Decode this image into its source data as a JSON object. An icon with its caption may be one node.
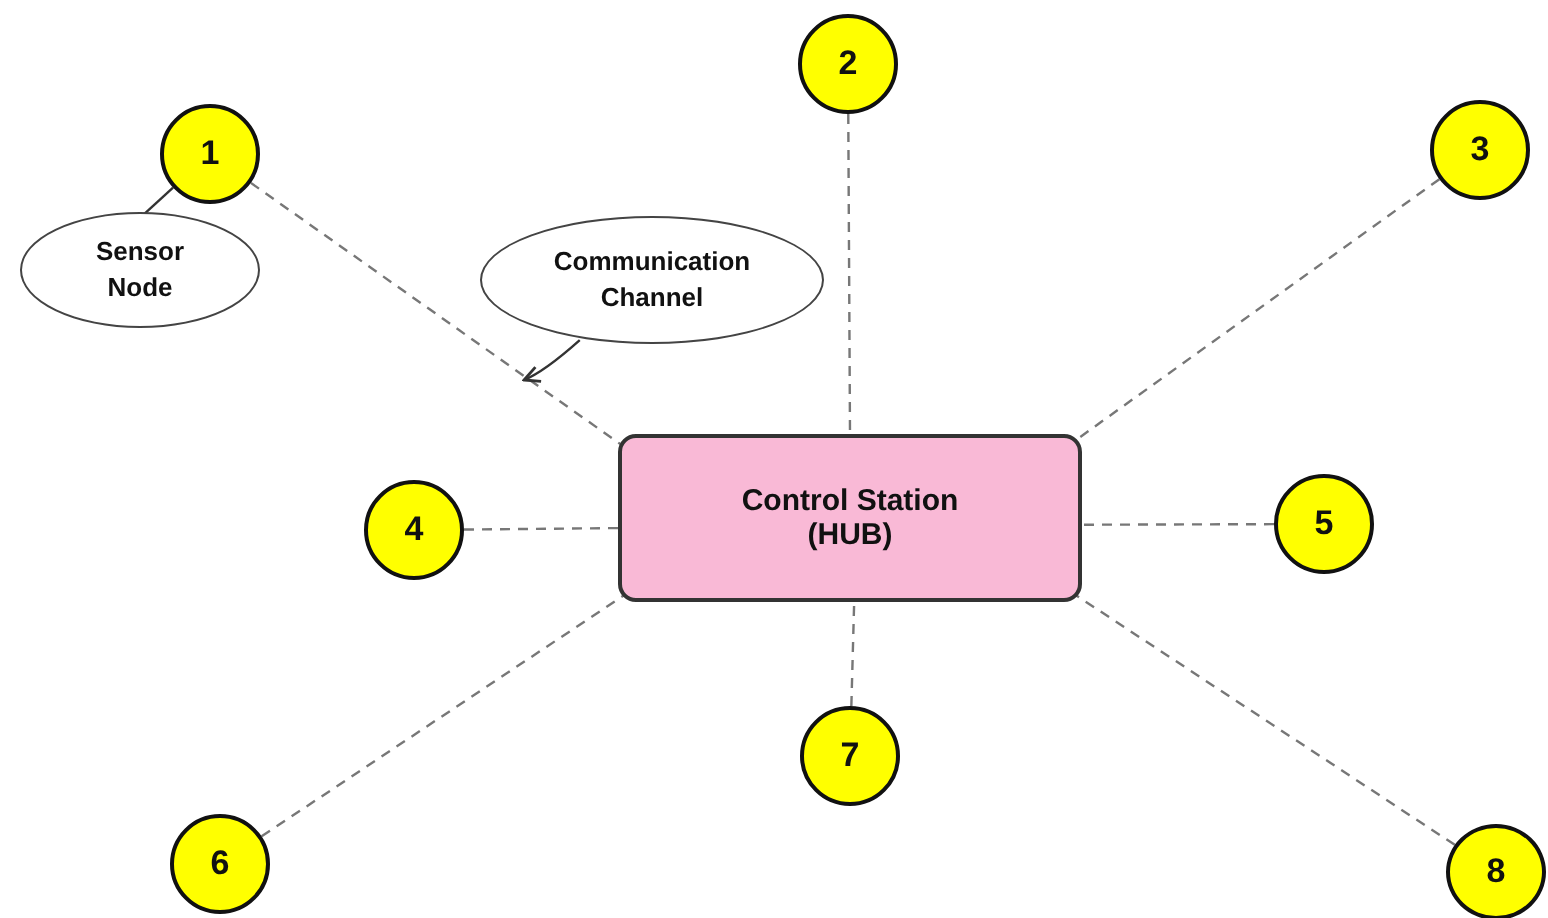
{
  "diagram": {
    "nodes": [
      {
        "text": [
          "1"
        ]
      },
      {
        "text": [
          "2"
        ]
      },
      {
        "text": [
          "3"
        ]
      },
      {
        "text": [
          "4"
        ]
      },
      {
        "text": [
          "5"
        ]
      },
      {
        "text": [
          "6"
        ]
      },
      {
        "text": [
          "7"
        ]
      },
      {
        "text": [
          "8"
        ]
      },
      {
        "text": [
          "Control Station (HUB)"
        ]
      },
      {
        "text": [
          "Sensor Node"
        ]
      },
      {
        "text": [
          "Communication Channel"
        ]
      }
    ],
    "edges": [
      {
        "from": 0,
        "to": 8,
        "arrow": "none",
        "style": "dashed"
      },
      {
        "from": 1,
        "to": 8,
        "arrow": "none",
        "style": "dashed"
      },
      {
        "from": 2,
        "to": 8,
        "arrow": "none",
        "style": "dashed"
      },
      {
        "from": 3,
        "to": 8,
        "arrow": "none",
        "style": "dashed"
      },
      {
        "from": 4,
        "to": 8,
        "arrow": "none",
        "style": "dashed"
      },
      {
        "from": 5,
        "to": 8,
        "arrow": "none",
        "style": "dashed"
      },
      {
        "from": 6,
        "to": 8,
        "arrow": "none",
        "style": "dashed"
      },
      {
        "from": 7,
        "to": 8,
        "arrow": "none",
        "style": "dashed"
      },
      {
        "from": 9,
        "to": 0,
        "arrow": "none"
      },
      {
        "from": 10,
        "to": null,
        "arrow": "to"
      }
    ]
  }
}
